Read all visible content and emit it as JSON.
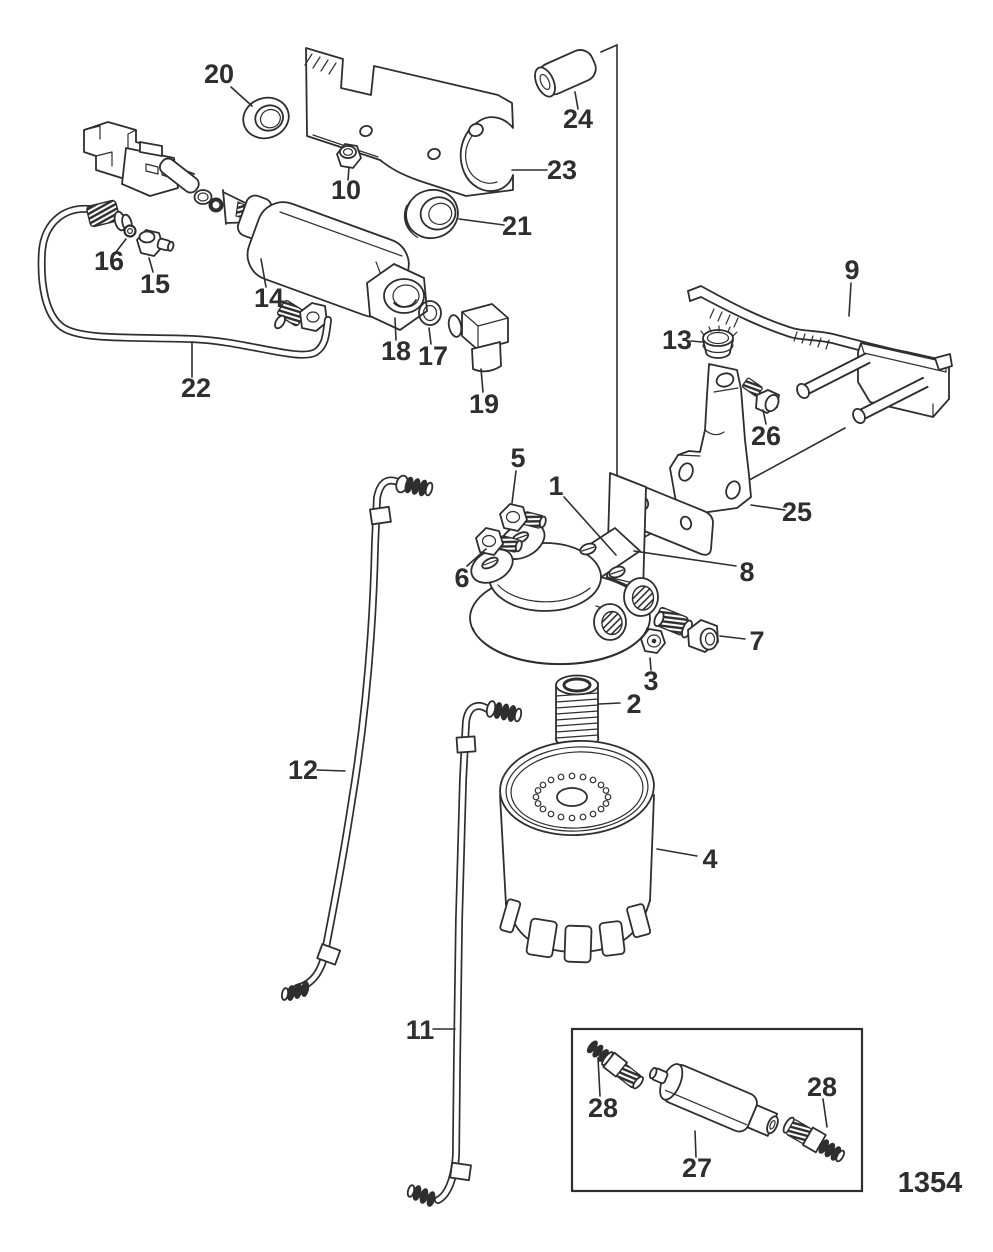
{
  "diagram": {
    "type": "exploded-parts-diagram",
    "page_number": "1354",
    "callouts": {
      "c1": "1",
      "c2": "2",
      "c3": "3",
      "c4": "4",
      "c5": "5",
      "c6": "6",
      "c7": "7",
      "c8": "8",
      "c9": "9",
      "c10": "10",
      "c11": "11",
      "c12": "12",
      "c13": "13",
      "c14": "14",
      "c15": "15",
      "c16": "16",
      "c17": "17",
      "c18": "18",
      "c19": "19",
      "c20": "20",
      "c21": "21",
      "c22": "22",
      "c23": "23",
      "c24": "24",
      "c25": "25",
      "c26": "26",
      "c27": "27",
      "c28_left": "28",
      "c28_right": "28"
    }
  }
}
